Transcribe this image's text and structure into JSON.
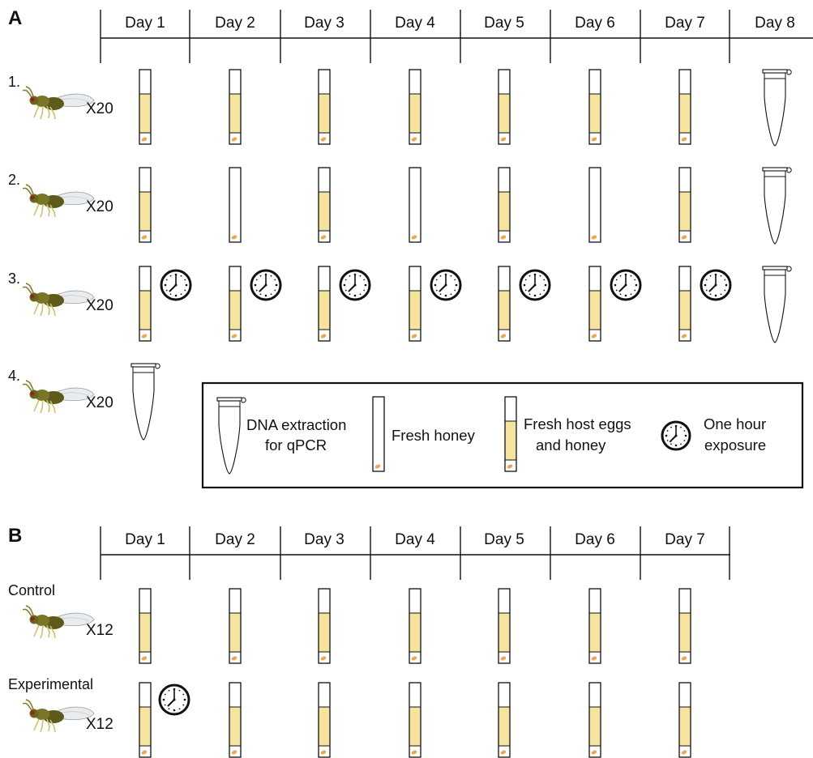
{
  "panel_a": {
    "label": "A",
    "days": [
      "Day 1",
      "Day 2",
      "Day 3",
      "Day 4",
      "Day 5",
      "Day 6",
      "Day 7",
      "Day 8"
    ],
    "rows": [
      {
        "label": "1.",
        "multiplier": "X20",
        "tubes": [
          "honey_eggs",
          "honey_eggs",
          "honey_eggs",
          "honey_eggs",
          "honey_eggs",
          "honey_eggs",
          "honey_eggs",
          "dna"
        ],
        "clocks": [
          false,
          false,
          false,
          false,
          false,
          false,
          false,
          false
        ]
      },
      {
        "label": "2.",
        "multiplier": "X20",
        "tubes": [
          "honey_eggs",
          "honey",
          "honey_eggs",
          "honey",
          "honey_eggs",
          "honey",
          "honey_eggs",
          "dna"
        ],
        "clocks": [
          false,
          false,
          false,
          false,
          false,
          false,
          false,
          false
        ]
      },
      {
        "label": "3.",
        "multiplier": "X20",
        "tubes": [
          "honey_eggs",
          "honey_eggs",
          "honey_eggs",
          "honey_eggs",
          "honey_eggs",
          "honey_eggs",
          "honey_eggs",
          "dna"
        ],
        "clocks": [
          true,
          true,
          true,
          true,
          true,
          true,
          true,
          false
        ]
      },
      {
        "label": "4.",
        "multiplier": "X20",
        "tubes": [
          "dna"
        ],
        "clocks": [
          false
        ]
      }
    ]
  },
  "legend": {
    "dna": [
      "DNA extraction",
      "for qPCR"
    ],
    "honey": [
      "Fresh honey"
    ],
    "honey_eggs": [
      "Fresh host eggs",
      "and honey"
    ],
    "clock": [
      "One hour",
      "exposure"
    ]
  },
  "panel_b": {
    "label": "B",
    "days": [
      "Day 1",
      "Day 2",
      "Day 3",
      "Day 4",
      "Day 5",
      "Day 6",
      "Day 7"
    ],
    "rows": [
      {
        "label": "Control",
        "multiplier": "X12",
        "tubes": [
          "honey_eggs",
          "honey_eggs",
          "honey_eggs",
          "honey_eggs",
          "honey_eggs",
          "honey_eggs",
          "honey_eggs"
        ],
        "clocks": [
          false,
          false,
          false,
          false,
          false,
          false,
          false
        ]
      },
      {
        "label": "Experimental",
        "multiplier": "X12",
        "tubes": [
          "honey_eggs",
          "honey_eggs",
          "honey_eggs",
          "honey_eggs",
          "honey_eggs",
          "honey_eggs",
          "honey_eggs"
        ],
        "clocks": [
          true,
          false,
          false,
          false,
          false,
          false,
          false
        ]
      }
    ]
  },
  "colors": {
    "honey_fill": "#f5e4a0",
    "egg_mark": "#f0a550",
    "line": "#111111",
    "wasp_body": "#6e6a22",
    "wasp_eye": "#8a2a1a"
  }
}
